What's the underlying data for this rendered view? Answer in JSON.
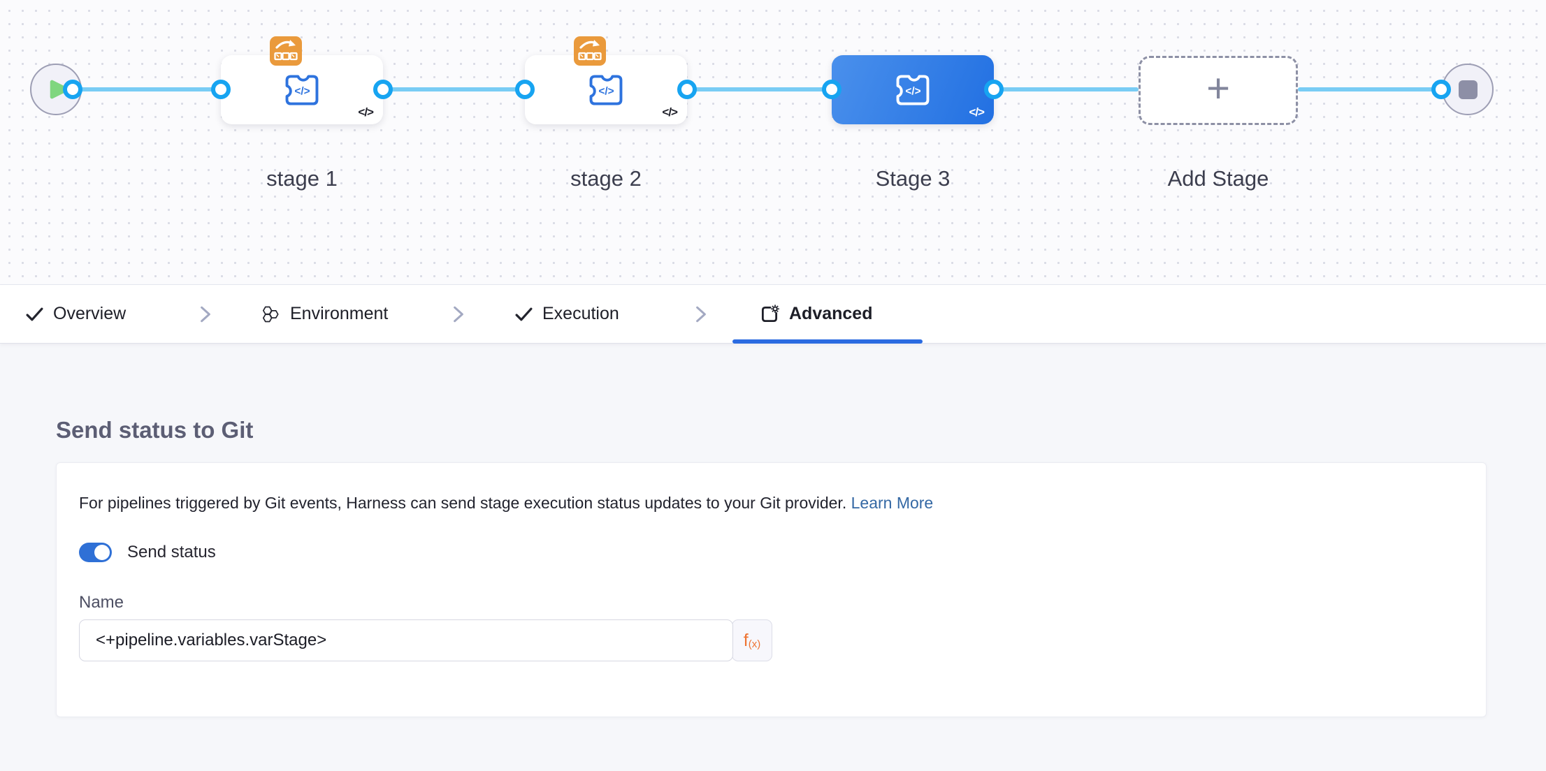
{
  "canvas": {
    "stages": [
      {
        "label": "stage 1",
        "code_glyph": "</>",
        "selected": false,
        "has_rollback_badge": true
      },
      {
        "label": "stage 2",
        "code_glyph": "</>",
        "selected": false,
        "has_rollback_badge": true
      },
      {
        "label": "Stage 3",
        "code_glyph": "</>",
        "selected": true,
        "has_rollback_badge": false
      }
    ],
    "add_stage_label": "Add Stage",
    "plus_glyph": "+"
  },
  "tabs": {
    "items": [
      {
        "label": "Overview",
        "icon": "check-icon",
        "active": false
      },
      {
        "label": "Environment",
        "icon": "environment-icon",
        "active": false
      },
      {
        "label": "Execution",
        "icon": "check-icon",
        "active": false
      },
      {
        "label": "Advanced",
        "icon": "advanced-gear-icon",
        "active": true
      }
    ]
  },
  "panel": {
    "title": "Send status to Git",
    "description": "For pipelines triggered by Git events, Harness can send stage execution status updates to your Git provider.",
    "learn_more": "Learn More",
    "toggle_label": "Send status",
    "toggle_state": "on",
    "name_label": "Name",
    "name_value": "<+pipeline.variables.varStage>",
    "fx_main": "f",
    "fx_sub": "(x)"
  },
  "colors": {
    "connector_ring": "#17a4f1",
    "connector_line": "#79ccf4",
    "selected_stage_start": "#4a90ec",
    "selected_stage_end": "#2270e2",
    "stage_icon_blue": "#2e73de",
    "rollback_badge_orange": "#ea9a3c",
    "tab_underline_blue": "#2b6be1",
    "toggle_blue": "#2f70d6",
    "link_blue": "#3468a4",
    "fx_orange": "#ee7433",
    "play_green": "#7fd67f"
  }
}
